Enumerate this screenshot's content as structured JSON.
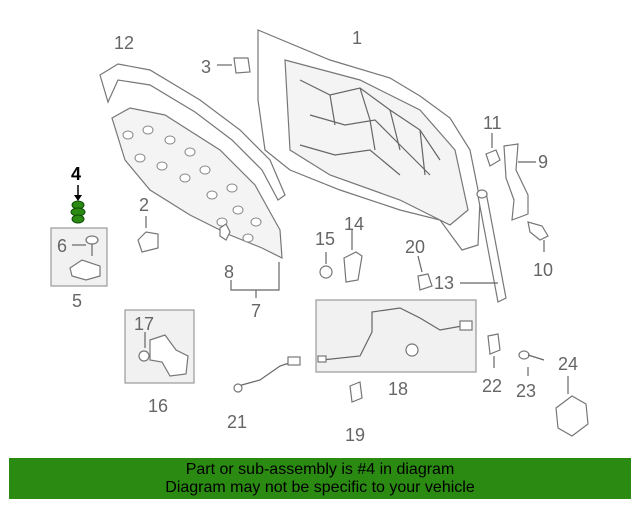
{
  "labels": {
    "l1": "1",
    "l2": "2",
    "l3": "3",
    "l4": "4",
    "l5": "5",
    "l6": "6",
    "l7": "7",
    "l8": "8",
    "l9": "9",
    "l10": "10",
    "l11": "11",
    "l12": "12",
    "l13": "13",
    "l14": "14",
    "l15": "15",
    "l16": "16",
    "l17": "17",
    "l18": "18",
    "l19": "19",
    "l20": "20",
    "l21": "21",
    "l22": "22",
    "l23": "23",
    "l24": "24"
  },
  "highlight": {
    "part_number": "4",
    "color": "#2a8a12"
  },
  "banner": {
    "line1": "Part or sub-assembly is #4 in diagram",
    "line2": "Diagram may not be specific to your vehicle",
    "background": "#2a8a12"
  }
}
